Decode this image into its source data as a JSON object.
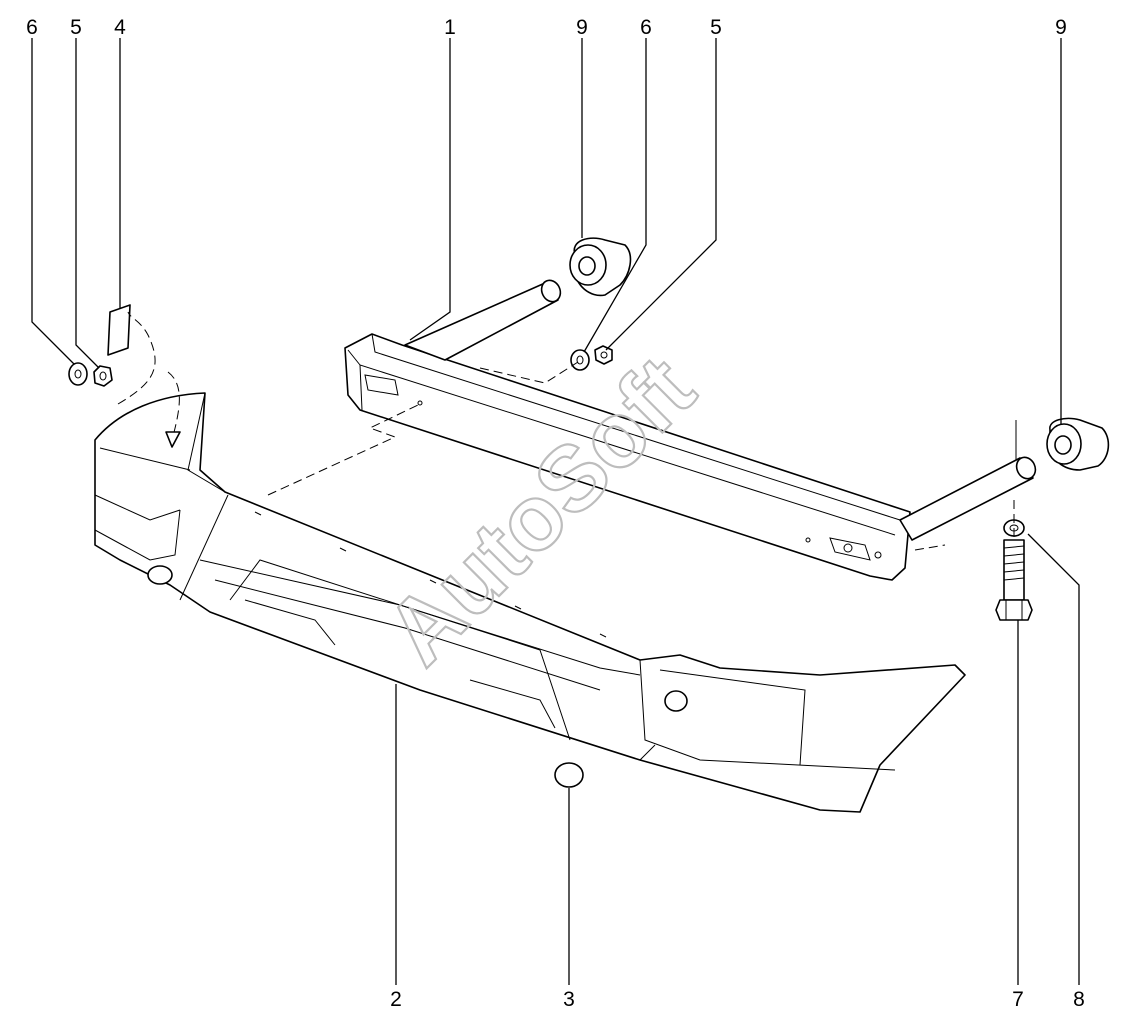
{
  "watermark": "AutoSoft",
  "callouts": [
    {
      "id": "c6a",
      "text": "6"
    },
    {
      "id": "c5a",
      "text": "5"
    },
    {
      "id": "c4",
      "text": "4"
    },
    {
      "id": "c1",
      "text": "1"
    },
    {
      "id": "c9a",
      "text": "9"
    },
    {
      "id": "c6b",
      "text": "6"
    },
    {
      "id": "c5b",
      "text": "5"
    },
    {
      "id": "c9b",
      "text": "9"
    },
    {
      "id": "c2",
      "text": "2"
    },
    {
      "id": "c3",
      "text": "3"
    },
    {
      "id": "c7",
      "text": "7"
    },
    {
      "id": "c8",
      "text": "8"
    }
  ],
  "colors": {
    "line": "#000000",
    "watermark": "#bdbdbd",
    "background": "#ffffff"
  }
}
